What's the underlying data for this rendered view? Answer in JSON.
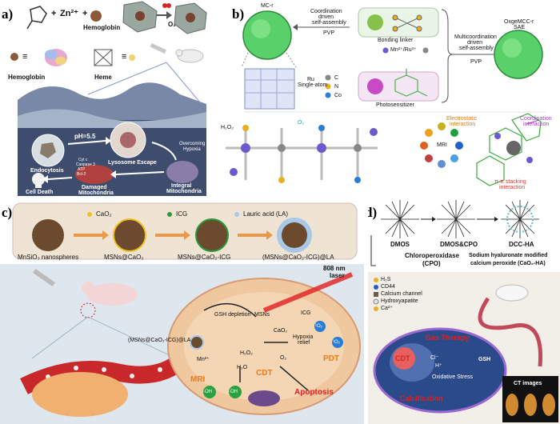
{
  "panel_a": {
    "label": "a)",
    "plus1": "+",
    "zn": "Zn²⁺",
    "plus2": "+",
    "hemoglobin_top": "Hemoglobin",
    "o2": "O₂",
    "eq1": "≡",
    "eq2": "≡",
    "hemoglobin": "Hemoglobin",
    "heme": "Heme",
    "ph": "pH=5.5",
    "endocytosis": "Endocytosis",
    "lysosome": "Lysosome Escape",
    "overcoming": "Overcoming",
    "hypoxia": "Hypoxia",
    "cytc": "Cyt c",
    "caspase": "Caspase 3",
    "atp": "ATP",
    "bcl": "Bcl-2",
    "damaged": "Damaged",
    "mito": "Mitochondria",
    "integral": "Integral",
    "mito2": "Mitochondria",
    "death": "Cell Death"
  },
  "panel_b": {
    "label": "b)",
    "mcr": "MC-r",
    "coord1": "Coordination",
    "coord2": "driven",
    "coord3": "self-assembly",
    "pvp1": "PVP",
    "bonding": "Bonding linker",
    "mn": "Mn²⁺/Ru³⁺",
    "multi1": "Multicoordination",
    "multi2": "driven",
    "multi3": "self-assembly",
    "pvp2": "PVP",
    "oxge1": "OxgeMCC-r",
    "oxge2": "SAE",
    "c": "C",
    "n": "N",
    "co": "Co",
    "ru1": "Ru",
    "ru2": "Single-atom",
    "photo": "Photosensitizer",
    "h2o2": "H₂O₂",
    "o2": "O₂",
    "mri": "MRI",
    "electro1": "Electrostatic",
    "electro2": "interaction",
    "coordi1": "Coordination",
    "coordi2": "interaction",
    "pi1": "π-π stacking",
    "pi2": "interaction"
  },
  "panel_c": {
    "label": "c)",
    "cao2": "CaO₂",
    "icg": "ICG",
    "la": "Lauric acid (LA)",
    "n1": "MnSiO₃ nanospheres",
    "n2": "MSNs@CaO₂",
    "n3": "MSNs@CaO₂-ICG",
    "n4": "(MSNs@CaO₂-ICG)@LA",
    "laser1": "808 nm",
    "laser2": "laser",
    "msn_la": "(MSNs@CaO₂-ICG)@LA",
    "gsh": "GSH depletion",
    "msns": "MSNs",
    "cao2b": "CaO₂",
    "mn2": "Mn²⁺",
    "h2o2": "H₂O₂",
    "o2": "O₂",
    "hypoxia1": "Hypoxia",
    "hypoxia2": "relief",
    "icg2": "ICG",
    "pdt": "PDT",
    "cdt": "CDT",
    "h2o": "H₂O",
    "mri": "MRI",
    "apop": "Apoptosis",
    "oh1": "·OH",
    "oh2": "·OH",
    "o2b": "¹O₂",
    "o2c": "¹O₂"
  },
  "panel_d": {
    "label": "d)",
    "dmos": "DMOS",
    "dmoscpo": "DMOS&CPO",
    "dccha": "DCC-HA",
    "cpo1": "Chloroperoxidase",
    "cpo2": "(CPO)",
    "sh1": "Sodium hyaluronate modified",
    "sh2": "calcium peroxide (CaO₂-HA)",
    "leg1": "H₂S",
    "leg2": "CD44",
    "leg3": "Calcium channel",
    "leg4": "Hydroxyapatite",
    "leg5": "Ca²⁺",
    "gas": "Gas Therapy",
    "cdt": "CDT",
    "cl": "Cl⁻",
    "h": "H⁺",
    "oxid": "Oxidative Stress",
    "gsh": "GSH",
    "calc": "Calcification",
    "ct": "CT images"
  }
}
